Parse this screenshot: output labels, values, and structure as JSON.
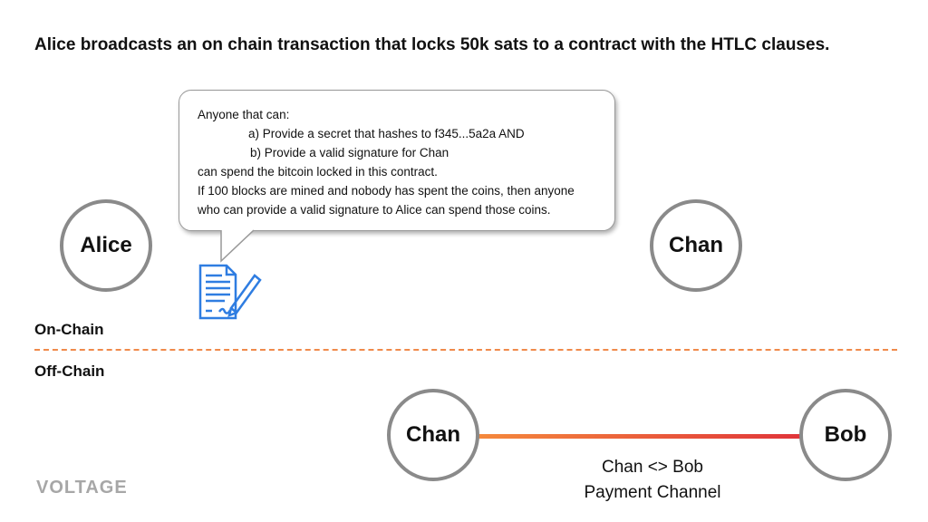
{
  "title": "Alice broadcasts an on chain transaction that locks 50k sats to a contract with the HTLC clauses.",
  "bubble": {
    "lines": [
      "Anyone that can:",
      "a) Provide a secret that hashes to f345...5a2a AND",
      "b) Provide a valid signature for Chan",
      "can spend the bitcoin locked in this contract.",
      "If 100 blocks are mined and nobody has spent the coins, then anyone",
      "who can provide a valid signature to Alice can spend those coins."
    ]
  },
  "nodes": {
    "alice": "Alice",
    "chan_onchain": "Chan",
    "chan_offchain": "Chan",
    "bob": "Bob"
  },
  "labels": {
    "on_chain": "On-Chain",
    "off_chain": "Off-Chain"
  },
  "channel": {
    "line1": "Chan <> Bob",
    "line2": "Payment Channel"
  },
  "logo": "VOLTAGE",
  "colors": {
    "channel_start": "#f58a3c",
    "channel_end": "#e0343a",
    "icon": "#2f7de1"
  }
}
